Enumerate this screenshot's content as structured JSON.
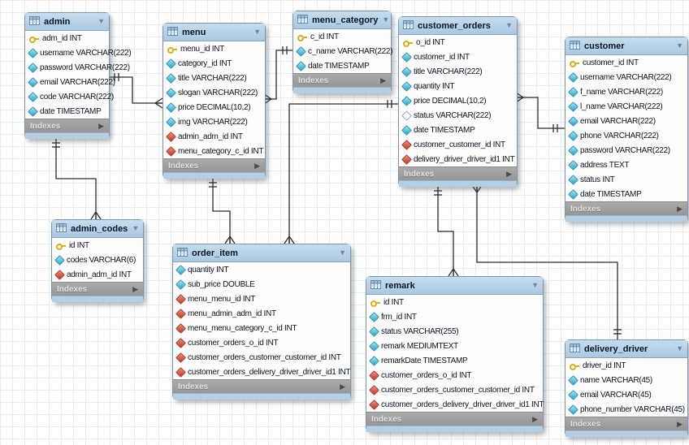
{
  "diagram": {
    "indexes_label": "Indexes",
    "colors": {
      "table_header": "#aecbe4",
      "table_body": "#fdfdfd",
      "indexes_bar": "#9e9e9e",
      "footer_strip": "#b4cfe4",
      "primary_key_icon": "#dcae10",
      "column_icon": "#2aa6c8",
      "foreign_key_icon": "#c03826",
      "wire": "#2b2b2b"
    },
    "tables": [
      {
        "id": "admin",
        "title": "admin",
        "fields": [
          {
            "icon": "key",
            "label": "adm_id INT"
          },
          {
            "icon": "col",
            "label": "username VARCHAR(222)"
          },
          {
            "icon": "col",
            "label": "password VARCHAR(222)"
          },
          {
            "icon": "col",
            "label": "email VARCHAR(222)"
          },
          {
            "icon": "col",
            "label": "code VARCHAR(222)"
          },
          {
            "icon": "col",
            "label": "date TIMESTAMP"
          }
        ]
      },
      {
        "id": "menu",
        "title": "menu",
        "fields": [
          {
            "icon": "key",
            "label": "menu_id INT"
          },
          {
            "icon": "col",
            "label": "category_id INT"
          },
          {
            "icon": "col",
            "label": "title VARCHAR(222)"
          },
          {
            "icon": "col",
            "label": "slogan VARCHAR(222)"
          },
          {
            "icon": "col",
            "label": "price DECIMAL(10,2)"
          },
          {
            "icon": "col",
            "label": "img VARCHAR(222)"
          },
          {
            "icon": "fk",
            "label": "admin_adm_id INT"
          },
          {
            "icon": "fk",
            "label": "menu_category_c_id INT"
          }
        ]
      },
      {
        "id": "menu_category",
        "title": "menu_category",
        "fields": [
          {
            "icon": "key",
            "label": "c_id INT"
          },
          {
            "icon": "col",
            "label": "c_name VARCHAR(222)"
          },
          {
            "icon": "col",
            "label": "date TIMESTAMP"
          }
        ]
      },
      {
        "id": "customer_orders",
        "title": "customer_orders",
        "fields": [
          {
            "icon": "key",
            "label": "o_id INT"
          },
          {
            "icon": "col",
            "label": "customer_id INT"
          },
          {
            "icon": "col",
            "label": "title VARCHAR(222)"
          },
          {
            "icon": "col",
            "label": "quantity INT"
          },
          {
            "icon": "col",
            "label": "price DECIMAL(10,2)"
          },
          {
            "icon": "colnull",
            "label": "status VARCHAR(222)"
          },
          {
            "icon": "col",
            "label": "date TIMESTAMP"
          },
          {
            "icon": "fk",
            "label": "customer_customer_id INT"
          },
          {
            "icon": "fk",
            "label": "delivery_driver_driver_id1 INT"
          }
        ]
      },
      {
        "id": "customer",
        "title": "customer",
        "fields": [
          {
            "icon": "key",
            "label": "customer_id INT"
          },
          {
            "icon": "col",
            "label": "username VARCHAR(222)"
          },
          {
            "icon": "col",
            "label": "f_name VARCHAR(222)"
          },
          {
            "icon": "col",
            "label": "l_name VARCHAR(222)"
          },
          {
            "icon": "col",
            "label": "email VARCHAR(222)"
          },
          {
            "icon": "col",
            "label": "phone VARCHAR(222)"
          },
          {
            "icon": "col",
            "label": "password VARCHAR(222)"
          },
          {
            "icon": "col",
            "label": "address TEXT"
          },
          {
            "icon": "col",
            "label": "status INT"
          },
          {
            "icon": "col",
            "label": "date TIMESTAMP"
          }
        ]
      },
      {
        "id": "admin_codes",
        "title": "admin_codes",
        "fields": [
          {
            "icon": "key",
            "label": "id INT"
          },
          {
            "icon": "col",
            "label": "codes VARCHAR(6)"
          },
          {
            "icon": "fk",
            "label": "admin_adm_id INT"
          }
        ]
      },
      {
        "id": "order_item",
        "title": "order_item",
        "fields": [
          {
            "icon": "col",
            "label": "quantity INT"
          },
          {
            "icon": "col",
            "label": "sub_price DOUBLE"
          },
          {
            "icon": "fk",
            "label": "menu_menu_id INT"
          },
          {
            "icon": "fk",
            "label": "menu_admin_adm_id INT"
          },
          {
            "icon": "fk",
            "label": "menu_menu_category_c_id INT"
          },
          {
            "icon": "fk",
            "label": "customer_orders_o_id INT"
          },
          {
            "icon": "fk",
            "label": "customer_orders_customer_customer_id INT"
          },
          {
            "icon": "fk",
            "label": "customer_orders_delivery_driver_driver_id1 INT"
          }
        ]
      },
      {
        "id": "remark",
        "title": "remark",
        "fields": [
          {
            "icon": "key",
            "label": "id INT"
          },
          {
            "icon": "col",
            "label": "frm_id INT"
          },
          {
            "icon": "col",
            "label": "status VARCHAR(255)"
          },
          {
            "icon": "col",
            "label": "remark MEDIUMTEXT"
          },
          {
            "icon": "col",
            "label": "remarkDate TIMESTAMP"
          },
          {
            "icon": "fk",
            "label": "customer_orders_o_id INT"
          },
          {
            "icon": "fk",
            "label": "customer_orders_customer_customer_id INT"
          },
          {
            "icon": "fk",
            "label": "customer_orders_delivery_driver_driver_id1 INT"
          }
        ]
      },
      {
        "id": "delivery_driver",
        "title": "delivery_driver",
        "fields": [
          {
            "icon": "key",
            "label": "driver_id INT"
          },
          {
            "icon": "col",
            "label": "name VARCHAR(45)"
          },
          {
            "icon": "col",
            "label": "email VARCHAR(45)"
          },
          {
            "icon": "col",
            "label": "phone_number VARCHAR(45)"
          }
        ]
      }
    ],
    "relationships": [
      {
        "id": "admin_menu",
        "one_side": "admin",
        "many_side": "menu"
      },
      {
        "id": "admin_admin_codes",
        "one_side": "admin",
        "many_side": "admin_codes"
      },
      {
        "id": "menu_category_menu",
        "one_side": "menu_category",
        "many_side": "menu"
      },
      {
        "id": "menu_order_item",
        "one_side": "menu",
        "many_side": "order_item"
      },
      {
        "id": "customer_orders_order_item",
        "one_side": "customer_orders",
        "many_side": "order_item"
      },
      {
        "id": "customer_customer_orders",
        "one_side": "customer",
        "many_side": "customer_orders"
      },
      {
        "id": "customer_orders_remark",
        "one_side": "customer_orders",
        "many_side": "remark"
      },
      {
        "id": "delivery_driver_customer_orders",
        "one_side": "delivery_driver",
        "many_side": "customer_orders"
      }
    ]
  }
}
